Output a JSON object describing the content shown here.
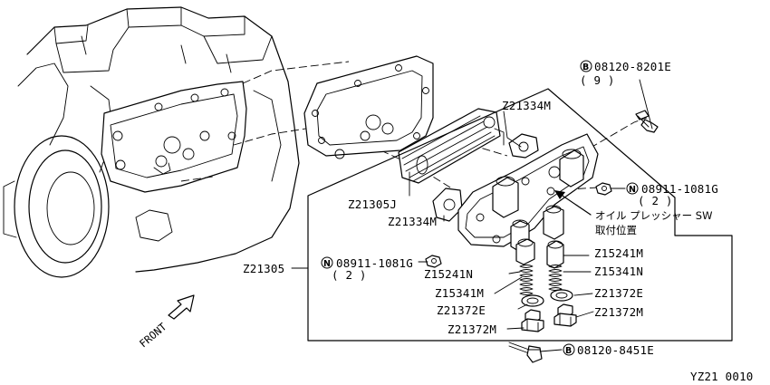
{
  "diagram_code": "YZ21 0010",
  "bolts": [
    {
      "prefix": "B",
      "number": "08120-8201E",
      "qty": "( 9 )"
    },
    {
      "prefix": "B",
      "number": "08120-8451E"
    }
  ],
  "nuts": [
    {
      "prefix": "N",
      "number": "08911-1081G",
      "qty": "( 2 )"
    },
    {
      "prefix": "N",
      "number": "08911-1081G",
      "qty": "( 2 )"
    }
  ],
  "parts": {
    "assembly": "Z21305",
    "gasket_top": "Z21334M",
    "cooler_core": "Z21305J",
    "gasket_left": "Z21334M",
    "valve_left": "Z15241N",
    "spring_left": "Z15341M",
    "washer_left": "Z21372E",
    "plug_left": "Z21372M",
    "valve_right": "Z15241M",
    "spring_right": "Z15341N",
    "washer_right": "Z21372E",
    "plug_right": "Z21372M"
  },
  "note": {
    "line1": "オイル プレッシャー SW",
    "line2": "取付位置"
  },
  "front_label": "FRONT"
}
